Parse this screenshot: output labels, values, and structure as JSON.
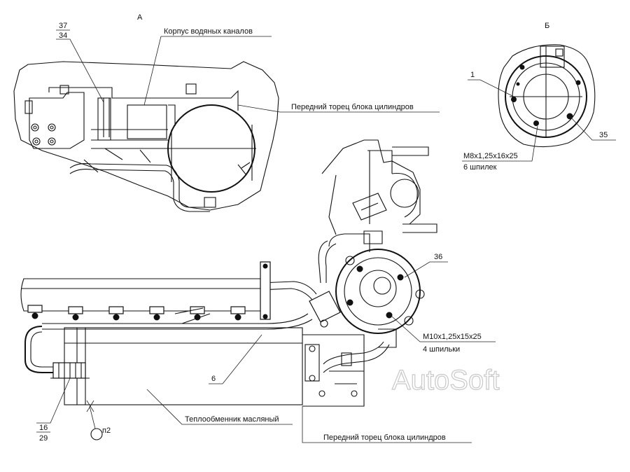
{
  "view_labels": {
    "view_a": "А",
    "view_b": "Б"
  },
  "callouts": {
    "fraction_top": {
      "numerator": "37",
      "denominator": "34"
    },
    "fraction_bottom": {
      "numerator": "16",
      "denominator": "29"
    },
    "item_1": "1",
    "item_35": "35",
    "item_36": "36",
    "item_6": "6",
    "item_n2": "п2"
  },
  "captions": {
    "water_channel_housing": "Корпус водяных каналов",
    "front_face_top": "Передний торец блока цилиндров",
    "front_face_bottom": "Передний торец блока цилиндров",
    "oil_heat_exchanger": "Теплообменник масляный",
    "stud_spec_b": "M8x1,25x16x25",
    "stud_count_b": "6 шпилек",
    "stud_spec_main": "M10x1,25x15x25",
    "stud_count_main": "4 шпильки"
  },
  "watermark": "AutoSoft"
}
